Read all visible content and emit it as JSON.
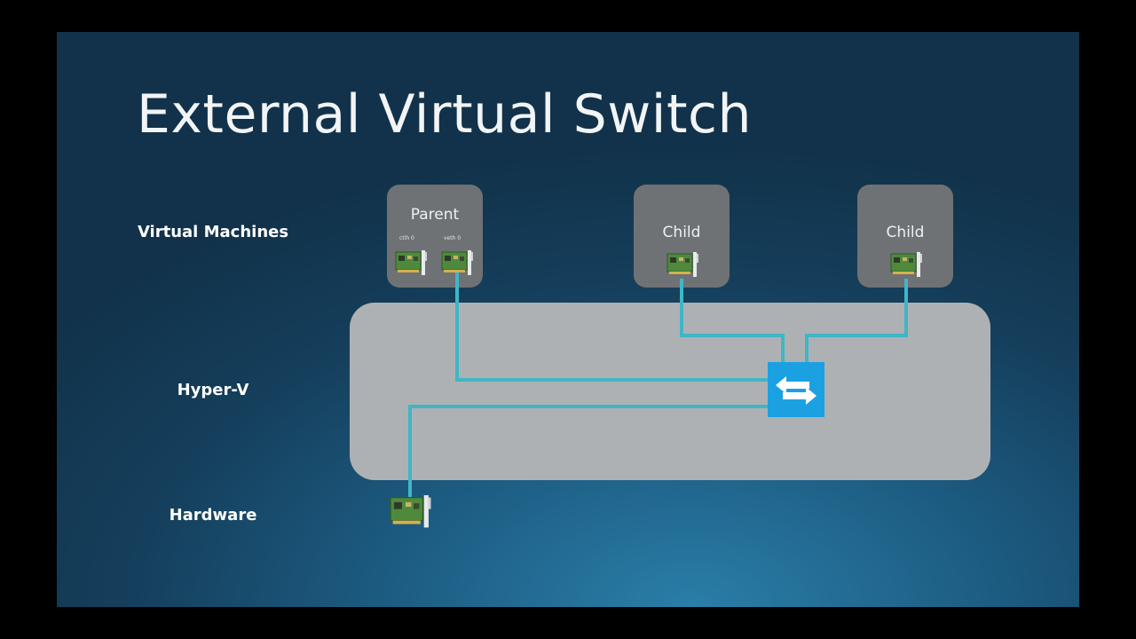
{
  "slide": {
    "title": "External Virtual Switch",
    "labels": {
      "virtual_machines": "Virtual Machines",
      "hyper_v": "Hyper-V",
      "hardware": "Hardware"
    },
    "vms": [
      {
        "label": "Parent",
        "nic_tags": [
          "ctlh 0",
          "veth 0"
        ]
      },
      {
        "label": "Child"
      },
      {
        "label": "Child"
      }
    ],
    "colors": {
      "link": "#3fb6c6",
      "switch": "#1ba1e2",
      "vm_box": "#6f7275",
      "hyperv_box": "#aeb1b4"
    },
    "icons": [
      "network-card-icon",
      "virtual-switch-icon"
    ]
  }
}
